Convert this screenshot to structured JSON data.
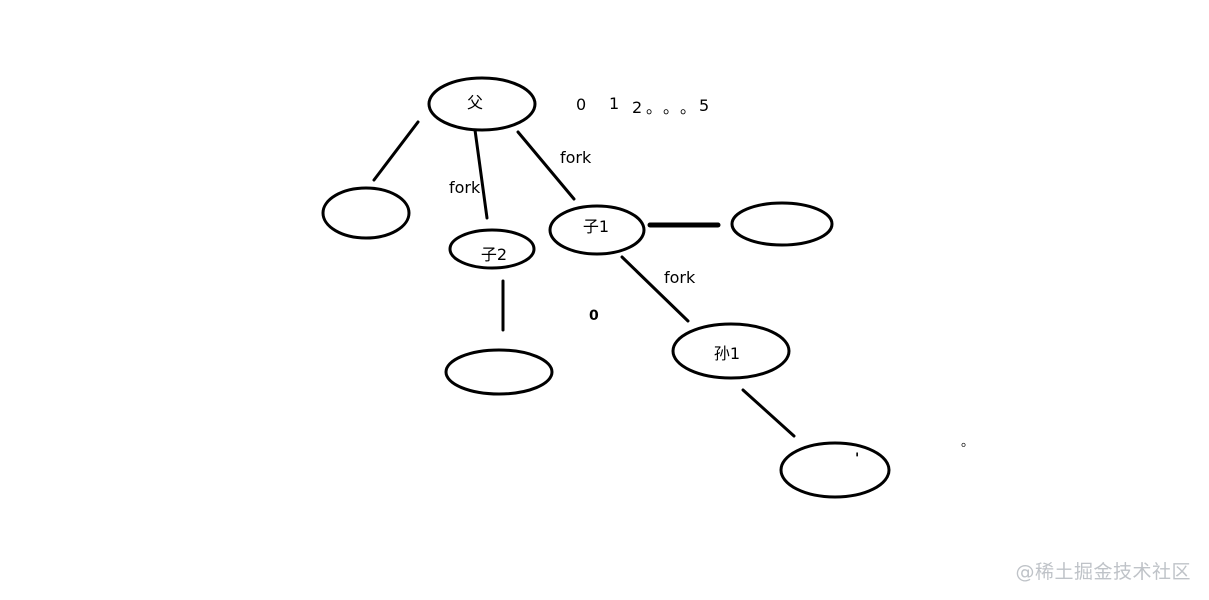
{
  "diagram": {
    "nodes": {
      "parent": "父",
      "child1": "子1",
      "child2": "子2",
      "grandchild1": "孙1",
      "blank_left": "",
      "blank_right_of_child1": "",
      "blank_below_child2": "",
      "blank_below_grandchild1": ""
    },
    "edge_labels": {
      "parent_to_child2": "fork",
      "parent_to_child1": "fork",
      "child1_to_grandchild1": "fork"
    },
    "sequence": [
      "0",
      "1",
      "2",
      "。",
      "。",
      "。",
      "5"
    ],
    "stray_marks": {
      "mid_mark": "0",
      "small_circle": "。",
      "tick": "'"
    }
  },
  "watermark": "@稀土掘金技术社区"
}
